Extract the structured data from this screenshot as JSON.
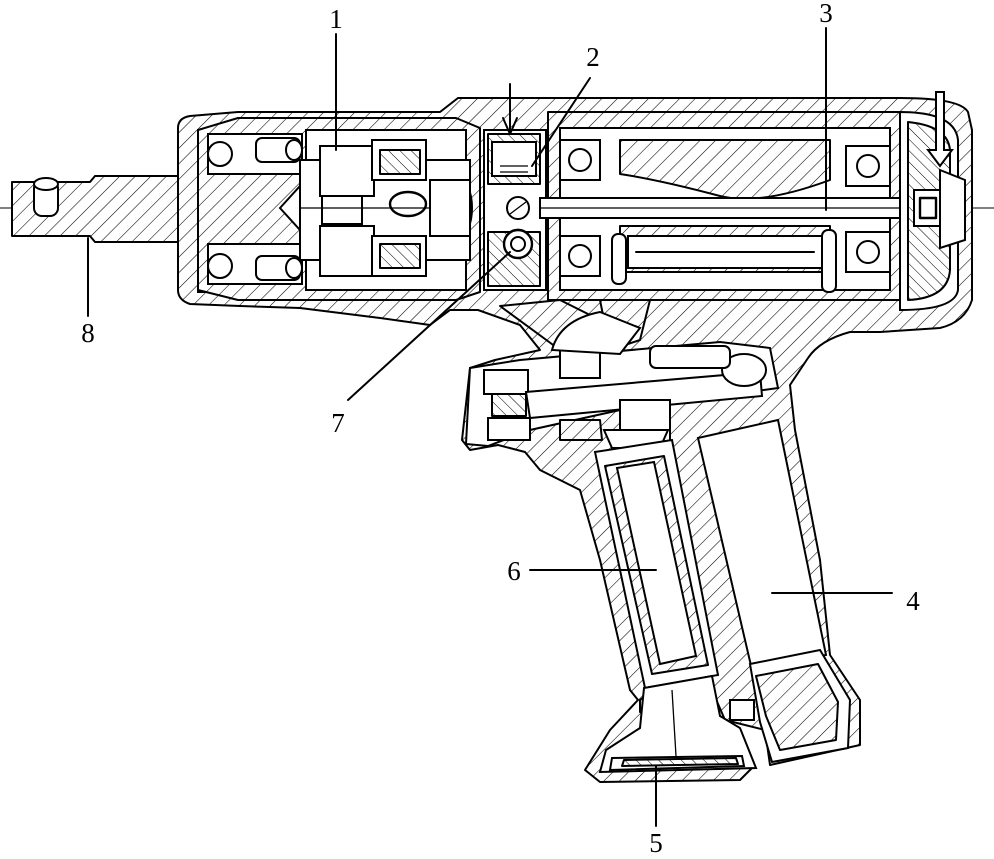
{
  "diagram": {
    "labels": [
      {
        "id": "1",
        "text": "1"
      },
      {
        "id": "2",
        "text": "2"
      },
      {
        "id": "3",
        "text": "3"
      },
      {
        "id": "4",
        "text": "4"
      },
      {
        "id": "5",
        "text": "5"
      },
      {
        "id": "6",
        "text": "6"
      },
      {
        "id": "7",
        "text": "7"
      },
      {
        "id": "8",
        "text": "8"
      }
    ]
  },
  "colors": {
    "ink": "#000000",
    "paper": "#ffffff"
  }
}
